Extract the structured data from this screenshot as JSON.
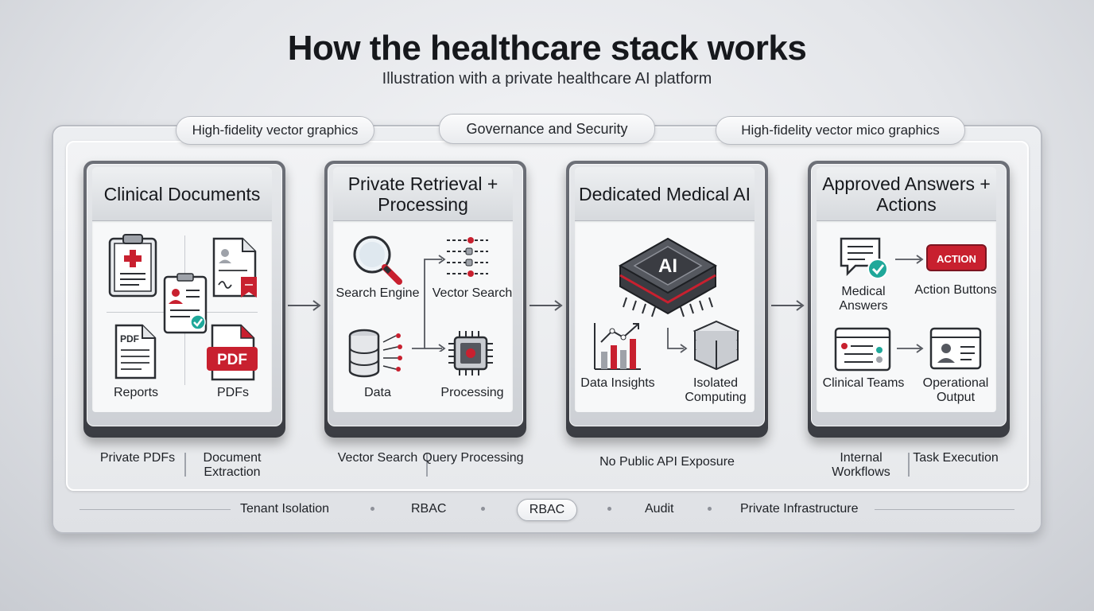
{
  "header": {
    "title": "How the healthcare stack works",
    "subtitle": "Illustration with a private healthcare AI platform"
  },
  "top_pills": {
    "left": "High-fidelity vector graphics",
    "center": "Governance and Security",
    "right": "High-fidelity vector mico graphics"
  },
  "stages": [
    {
      "title": "Clinical Documents",
      "items": [
        "Reports",
        "PDFs"
      ],
      "pdf_badge": "PDF",
      "pdf_doc_label": "PDF",
      "below": [
        "Private PDFs",
        "Document Extraction"
      ]
    },
    {
      "title": "Private Retrieval + Processing",
      "items": [
        "Search Engine",
        "Vector Search",
        "Data",
        "Processing"
      ],
      "below": [
        "Vector Search",
        "Query Processing"
      ]
    },
    {
      "title": "Dedicated Medical AI",
      "chip_label": "AI",
      "items": [
        "Data Insights",
        "Isolated Computing"
      ],
      "below": [
        "No Public API Exposure"
      ]
    },
    {
      "title": "Approved Answers + Actions",
      "action_badge": "ACTION",
      "items": [
        "Medical Answers",
        "Action Buttons",
        "Clinical Teams",
        "Operational Output"
      ],
      "below": [
        "Internal Workflows",
        "Task Execution"
      ]
    }
  ],
  "footer": {
    "items": [
      "Tenant Isolation",
      "RBAC",
      "RBAC",
      "Audit",
      "Private Infrastructure"
    ]
  },
  "colors": {
    "accent_red": "#c8202f",
    "check_teal": "#1fa89a",
    "panel_dark": "#3a3c42"
  }
}
